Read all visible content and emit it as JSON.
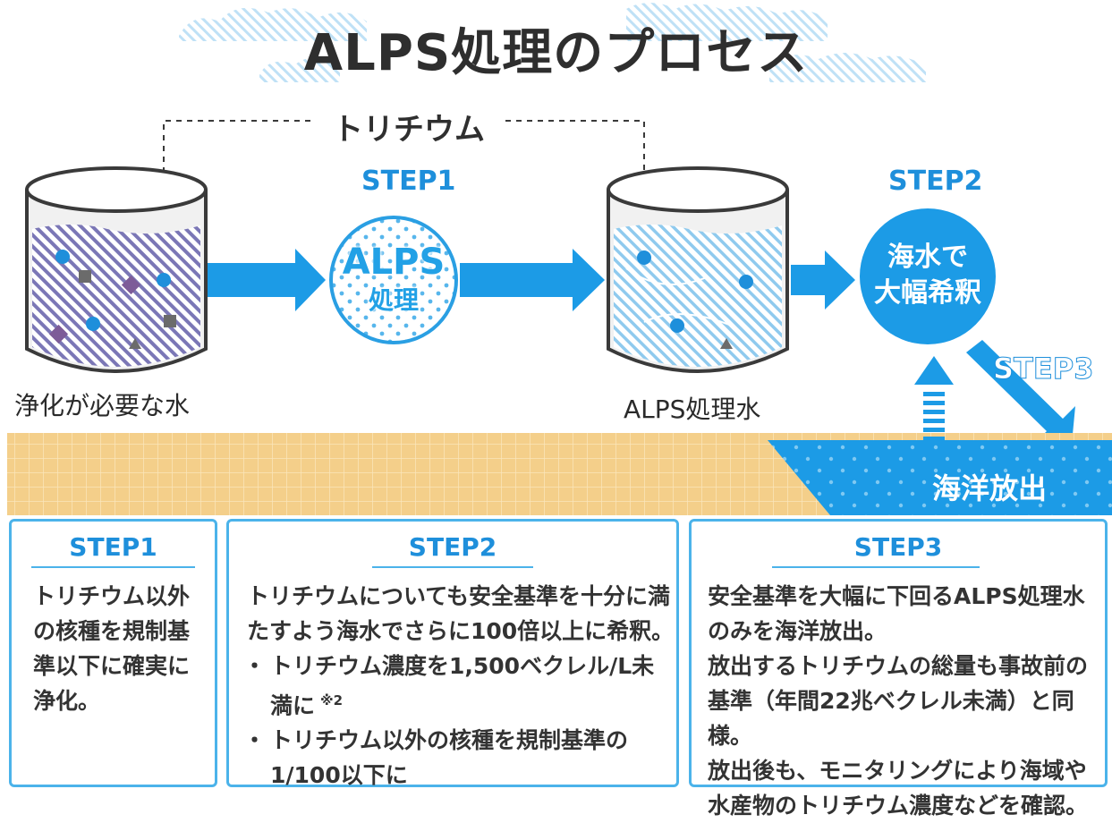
{
  "title": "ALPS処理のプロセス",
  "diagram": {
    "tritium_label": "トリチウム",
    "tank_before_label": "浄化が必要な水",
    "tank_after_label": "ALPS処理水",
    "step1_head": "STEP1",
    "step1_circle_line1": "ALPS",
    "step1_circle_line2": "処理",
    "step2_head": "STEP2",
    "step2_circle_line1": "海水で",
    "step2_circle_line2": "大幅希釈",
    "step3_arrow_label": "STEP3",
    "ocean_label": "海洋放出"
  },
  "panels": {
    "step1": {
      "title": "STEP1",
      "lines": [
        "トリチウム以外",
        "の核種を規制基",
        "準以下に確実に",
        "浄化。"
      ]
    },
    "step2": {
      "title": "STEP2",
      "lines": [
        "トリチウムについても安全基準を十分に満",
        "たすよう海水でさらに100倍以上に希釈。"
      ],
      "bullet1_line1": "トリチウム濃度を1,500ベクレル/L未",
      "bullet1_line2": "満に",
      "bullet1_note": "※2",
      "bullet2_line1": "トリチウム以外の核種を規制基準の",
      "bullet2_line2": "1/100以下に"
    },
    "step3": {
      "title": "STEP3",
      "lines": [
        "安全基準を大幅に下回るALPS処理水",
        "のみを海洋放出。",
        "放出するトリチウムの総量も事故前の",
        "基準（年間22兆ベクレル未満）と同様。",
        "放出後も、モニタリングにより海域や",
        "水産物のトリチウム濃度などを確認。"
      ]
    }
  },
  "colors": {
    "accent_blue": "#1e8fdb",
    "light_blue": "#22a1e6",
    "sea_blue": "#1c9be6",
    "sand": "#f4cf8a",
    "purple": "#7d5c98",
    "gray_marker": "#6b6b6b"
  }
}
